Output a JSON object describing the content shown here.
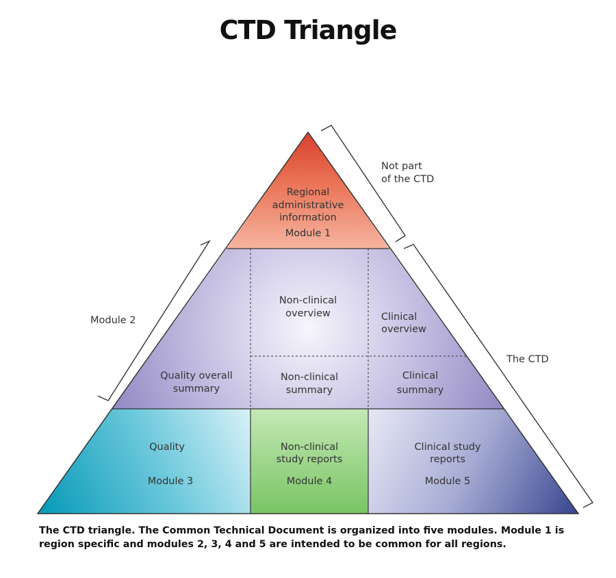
{
  "title": "CTD Triangle",
  "labels": {
    "module1_l1": "Regional",
    "module1_l2": "administrative",
    "module1_l3": "information",
    "module1_name": "Module 1",
    "nc_overview_l1": "Non-clinical",
    "nc_overview_l2": "overview",
    "c_overview_l1": "Clinical",
    "c_overview_l2": "overview",
    "qos_l1": "Quality overall",
    "qos_l2": "summary",
    "nc_summary_l1": "Non-clinical",
    "nc_summary_l2": "summary",
    "c_summary_l1": "Clinical",
    "c_summary_l2": "summary",
    "quality": "Quality",
    "module3_name": "Module 3",
    "nc_reports_l1": "Non-clinical",
    "nc_reports_l2": "study reports",
    "module4_name": "Module 4",
    "c_reports_l1": "Clinical study",
    "c_reports_l2": "reports",
    "module5_name": "Module 5"
  },
  "brackets": {
    "not_part_l1": "Not part",
    "not_part_l2": "of the CTD",
    "module2": "Module 2",
    "the_ctd": "The CTD"
  },
  "caption": {
    "line1": "The CTD triangle. The Common Technical Document is organized into five modules. Module 1 is",
    "line2": "region specific and modules 2, 3, 4 and 5 are intended to be common for all regions."
  },
  "colors": {
    "module1": "#e8674a",
    "module2": "#9a91c8",
    "module3": "#2fa9c4",
    "module4": "#8fcf7c",
    "module5": "#4a5aa0",
    "outline": "#333333"
  }
}
